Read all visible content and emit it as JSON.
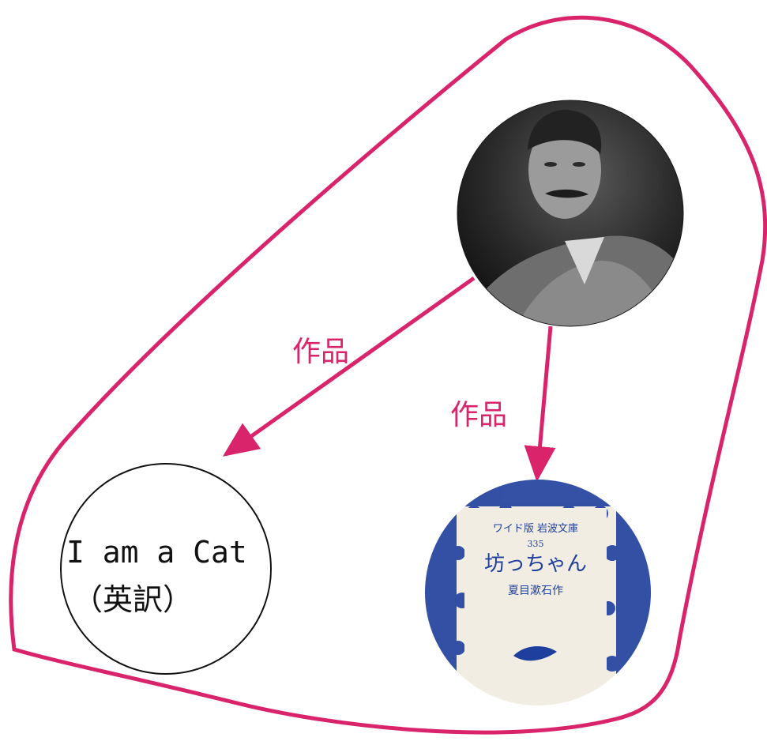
{
  "colors": {
    "accent": "#D9246B",
    "node_stroke": "#111111",
    "cover_blue": "#1f3f9e",
    "cover_paper": "#f1ede2",
    "photo_dark": "#1a1a1a"
  },
  "edges": [
    {
      "label": "作品"
    },
    {
      "label": "作品"
    }
  ],
  "nodes": {
    "author_photo": {
      "icon": "portrait-photo"
    },
    "book_translation": {
      "line1": "I am a Cat",
      "line2": "（英訳）"
    },
    "book_cover": {
      "icon": "book-cover-photo",
      "series": "ワイド版 岩波文庫",
      "number": "335",
      "title": "坊っちゃん",
      "author": "夏目漱石作"
    }
  }
}
